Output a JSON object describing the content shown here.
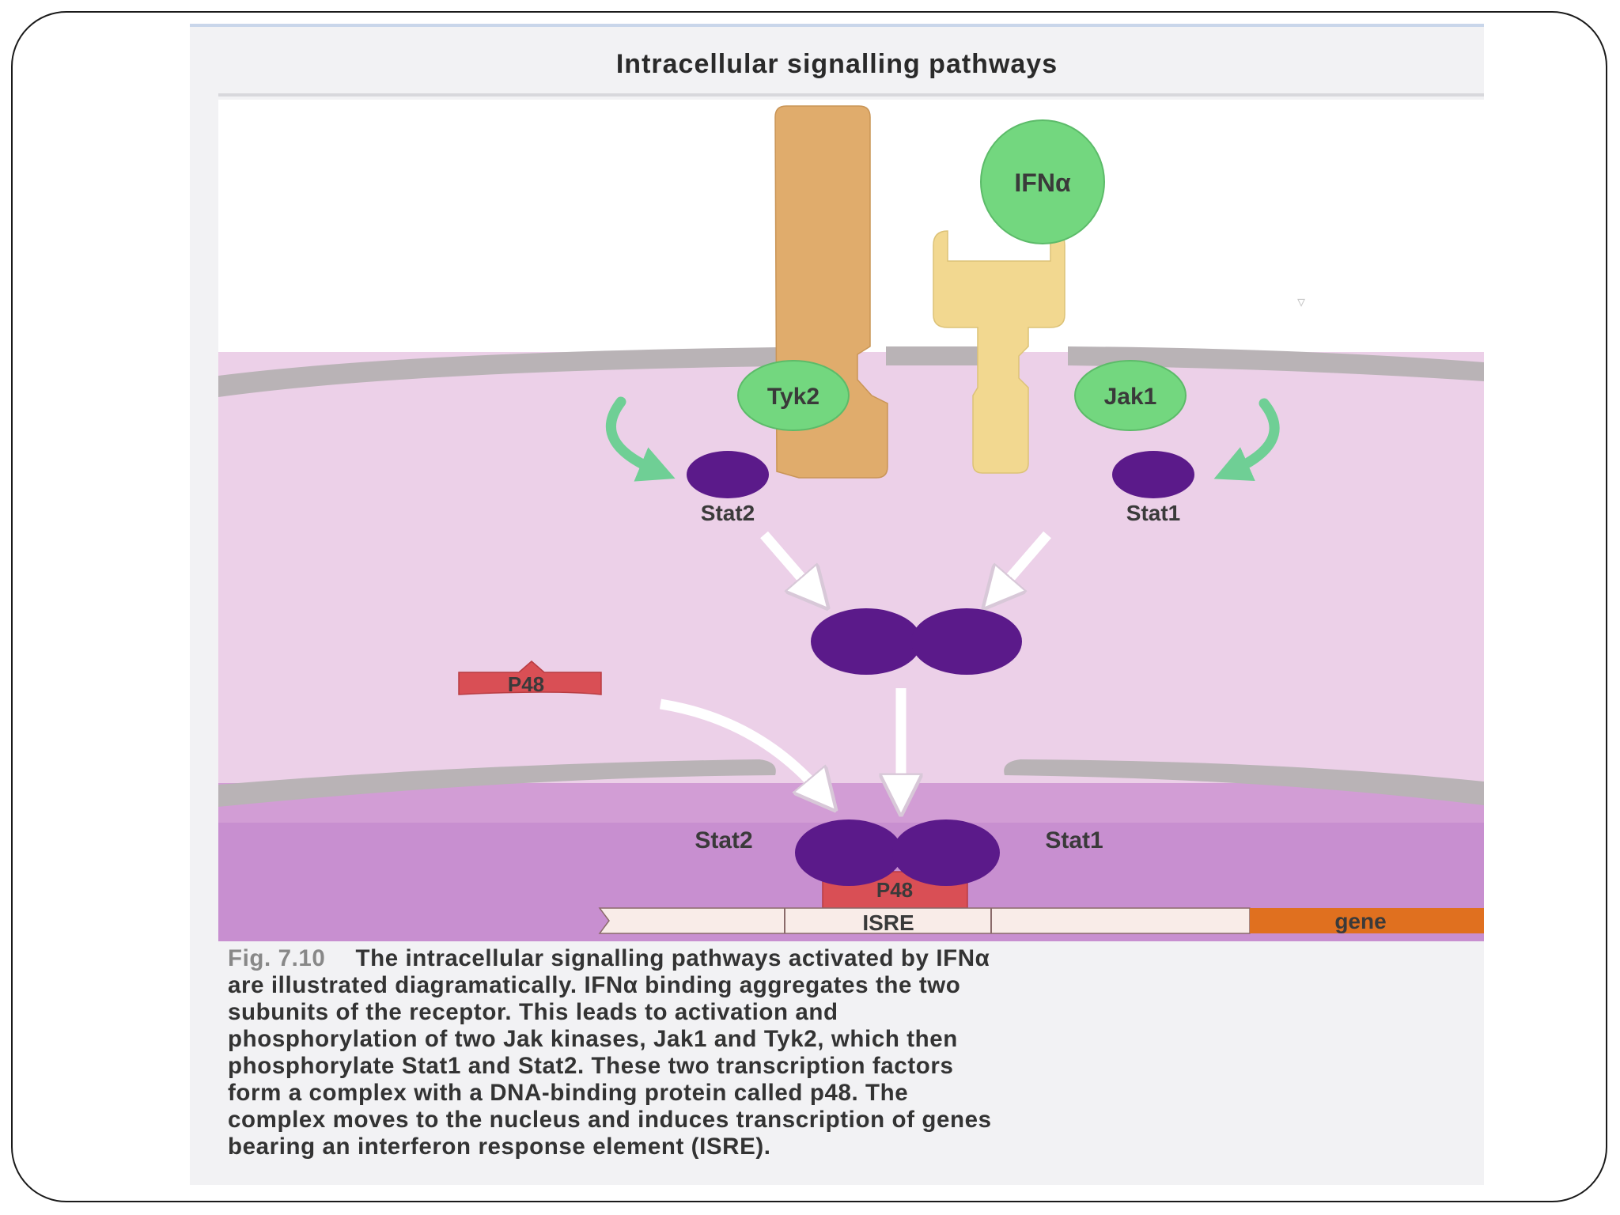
{
  "figure": {
    "title": "Intracellular signalling pathways",
    "labels": {
      "ligand": "IFNα",
      "kinase_left": "Tyk2",
      "kinase_right": "Jak1",
      "stat_left_cytoplasm": "Stat2",
      "stat_right_cytoplasm": "Stat1",
      "p48_free": "P48",
      "stat_left_nucleus": "Stat2",
      "stat_right_nucleus": "Stat1",
      "p48_bound": "P48",
      "isre": "ISRE",
      "gene": "gene"
    },
    "caption": {
      "fig_number": "Fig. 7.10",
      "lines": [
        "The intracellular signalling pathways activated by IFNα",
        "are illustrated diagramatically. IFNα binding aggregates the two",
        "subunits of the receptor. This leads to activation and",
        "phosphorylation of two Jak kinases, Jak1 and Tyk2, which then",
        "phosphorylate Stat1 and Stat2. These two transcription factors",
        "form a complex with a DNA-binding protein called p48. The",
        "complex moves to the nucleus and induces transcription of genes",
        "bearing an interferon response element (ISRE)."
      ]
    },
    "colors": {
      "cytoplasm": "#ecd0e8",
      "nucleus": "#c88fd0",
      "membrane": "#b9b3b6",
      "receptor_left": "#e0ac6c",
      "receptor_right": "#f2d890",
      "kinase": "#73d77f",
      "stat": "#5b1a8a",
      "p48": "#d94f55",
      "gene": "#e0701f",
      "dna": "#f9ece8",
      "activation_arrow": "#6fcf95"
    }
  }
}
